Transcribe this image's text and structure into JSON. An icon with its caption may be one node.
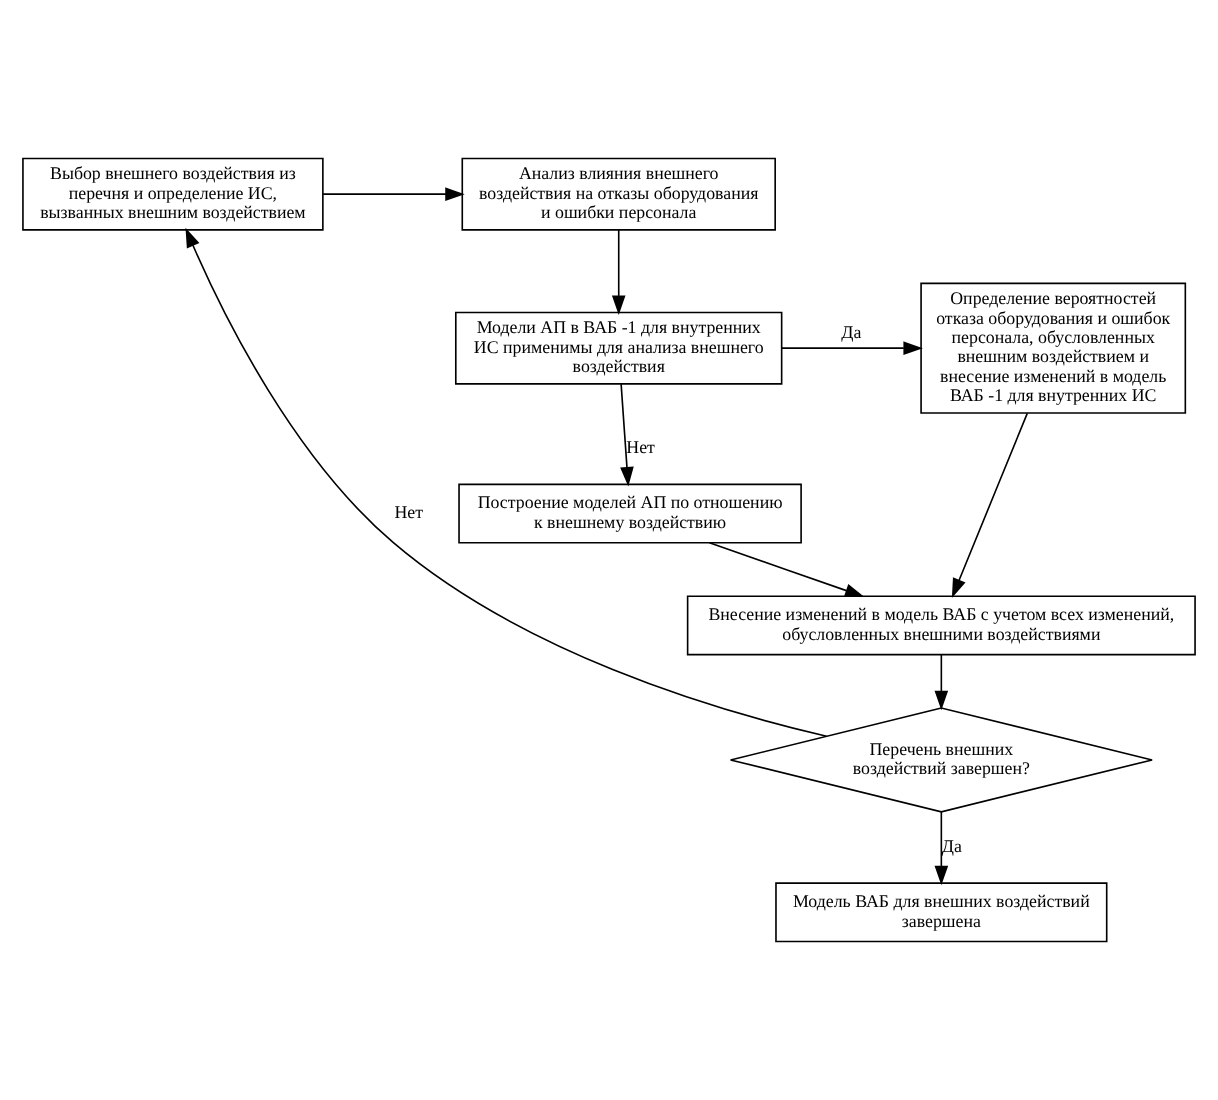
{
  "diagram": {
    "nodes": [
      {
        "text": [
          "Выбор внешнего воздействия из перечня и определение ИС, вызванных внешним воздействием"
        ]
      },
      {
        "text": [
          "Анализ влияния внешнего воздействия на отказы оборудования и ошибки персонала"
        ]
      },
      {
        "text": [
          "Модели АП в ВАБ -1 для внутренних ИС применимы для анализа внешнего воздействия"
        ]
      },
      {
        "text": [
          "Определение вероятностей отказа оборудования и ошибок персонала, обусловленных внешним воздействием и внесение изменений в модель ВАБ -1 для внутренних ИС"
        ]
      },
      {
        "text": [
          "Построение моделей АП по отношению к внешнему воздействию"
        ]
      },
      {
        "text": [
          "Внесение изменений в модель ВАБ с учетом всех изменений, обусловленных внешними воздействиями"
        ]
      },
      {
        "text": [
          "Перечень внешних воздействий завершен?"
        ]
      },
      {
        "text": [
          "Модель ВАБ для внешних воздействий завершена"
        ]
      }
    ],
    "edges": [
      {
        "from": 0,
        "to": 1,
        "arrow": "to"
      },
      {
        "from": 1,
        "to": 2,
        "arrow": "to"
      },
      {
        "from": 2,
        "to": 3,
        "arrow": "to",
        "label": "Да"
      },
      {
        "from": 2,
        "to": 4,
        "arrow": "to",
        "label": "Нет"
      },
      {
        "from": 4,
        "to": 5,
        "arrow": "to"
      },
      {
        "from": 3,
        "to": 5,
        "arrow": "to"
      },
      {
        "from": 5,
        "to": 6,
        "arrow": "to"
      },
      {
        "from": 6,
        "to": 0,
        "arrow": "to",
        "label": "Нет"
      },
      {
        "from": 6,
        "to": 7,
        "arrow": "to",
        "label": "Да"
      }
    ]
  }
}
